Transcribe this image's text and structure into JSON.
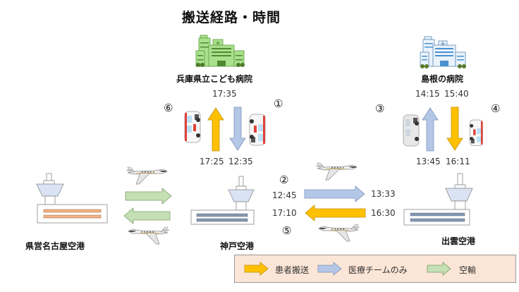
{
  "title": "搬送経路・時間",
  "colors": {
    "patient_transport": "#ffc000",
    "medical_team_only": "#b4c7e7",
    "air_transport": "#c5e0b4",
    "legend_bg": "#fbe5d6",
    "hospital_hyogo": "#a9e08c",
    "hospital_shimane": "#9dc3e6"
  },
  "hospitals": {
    "hyogo": {
      "name": "兵庫県立こども病院",
      "time_top": "17:35",
      "time_bottom_left": "17:25",
      "time_bottom_right": "12:35",
      "step_left": "⑥",
      "step_right": "①"
    },
    "shimane": {
      "name": "島根の病院",
      "time_top_left": "14:15",
      "time_top_right": "15:40",
      "time_bottom_left": "13:45",
      "time_bottom_right": "16:11",
      "step_left": "③",
      "step_right": "④"
    }
  },
  "airports": {
    "nagoya": "県営名古屋空港",
    "kobe": "神戸空港",
    "izumo": "出雲空港"
  },
  "flights": {
    "kobe_izumo": {
      "step_out": "②",
      "depart_out": "12:45",
      "arrive_out": "13:33",
      "step_back": "⑤",
      "depart_back": "16:30",
      "arrive_back": "17:10"
    }
  },
  "legend": {
    "items": [
      {
        "label": "患者搬送",
        "color": "#ffc000"
      },
      {
        "label": "医療チームのみ",
        "color": "#b4c7e7"
      },
      {
        "label": "空輸",
        "color": "#c5e0b4"
      }
    ]
  }
}
